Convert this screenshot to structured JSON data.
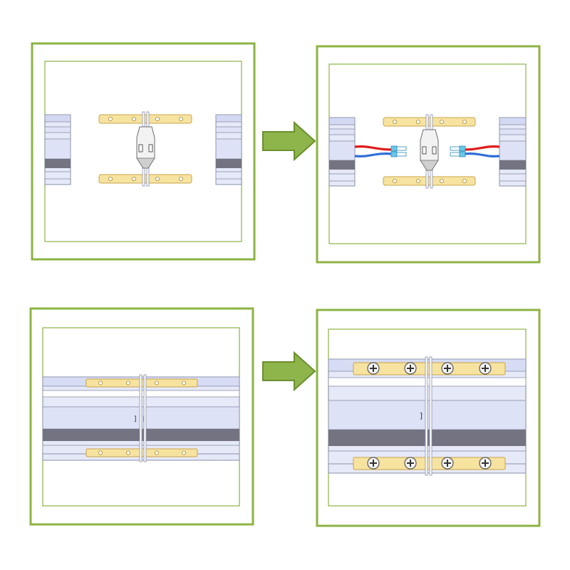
{
  "colors": {
    "frame_green": "#8cb343",
    "arrow_fill": "#8db54b",
    "arrow_stroke": "#6b8f2e",
    "bracket_fill": "#f7e3a0",
    "bracket_stroke": "#c9a44a",
    "profile_light": "#e4e8f8",
    "profile_mid": "#ccd3f0",
    "profile_dark": "#757583",
    "outline": "#8a8fa8",
    "wire_red": "#e01b1b",
    "wire_blue": "#2f6fd6",
    "terminal": "#6cc7e8",
    "terminal_stroke": "#2a8db3"
  },
  "panels": [
    {
      "name": "before-wiring",
      "step": 1
    },
    {
      "name": "after-wiring",
      "step": 2
    },
    {
      "name": "before-screwing",
      "step": 3
    },
    {
      "name": "after-screwing",
      "step": 4
    }
  ],
  "icons": [
    "arrow-right-icon",
    "screw-head-icon",
    "connector-clip-icon",
    "mounting-bracket-icon"
  ]
}
